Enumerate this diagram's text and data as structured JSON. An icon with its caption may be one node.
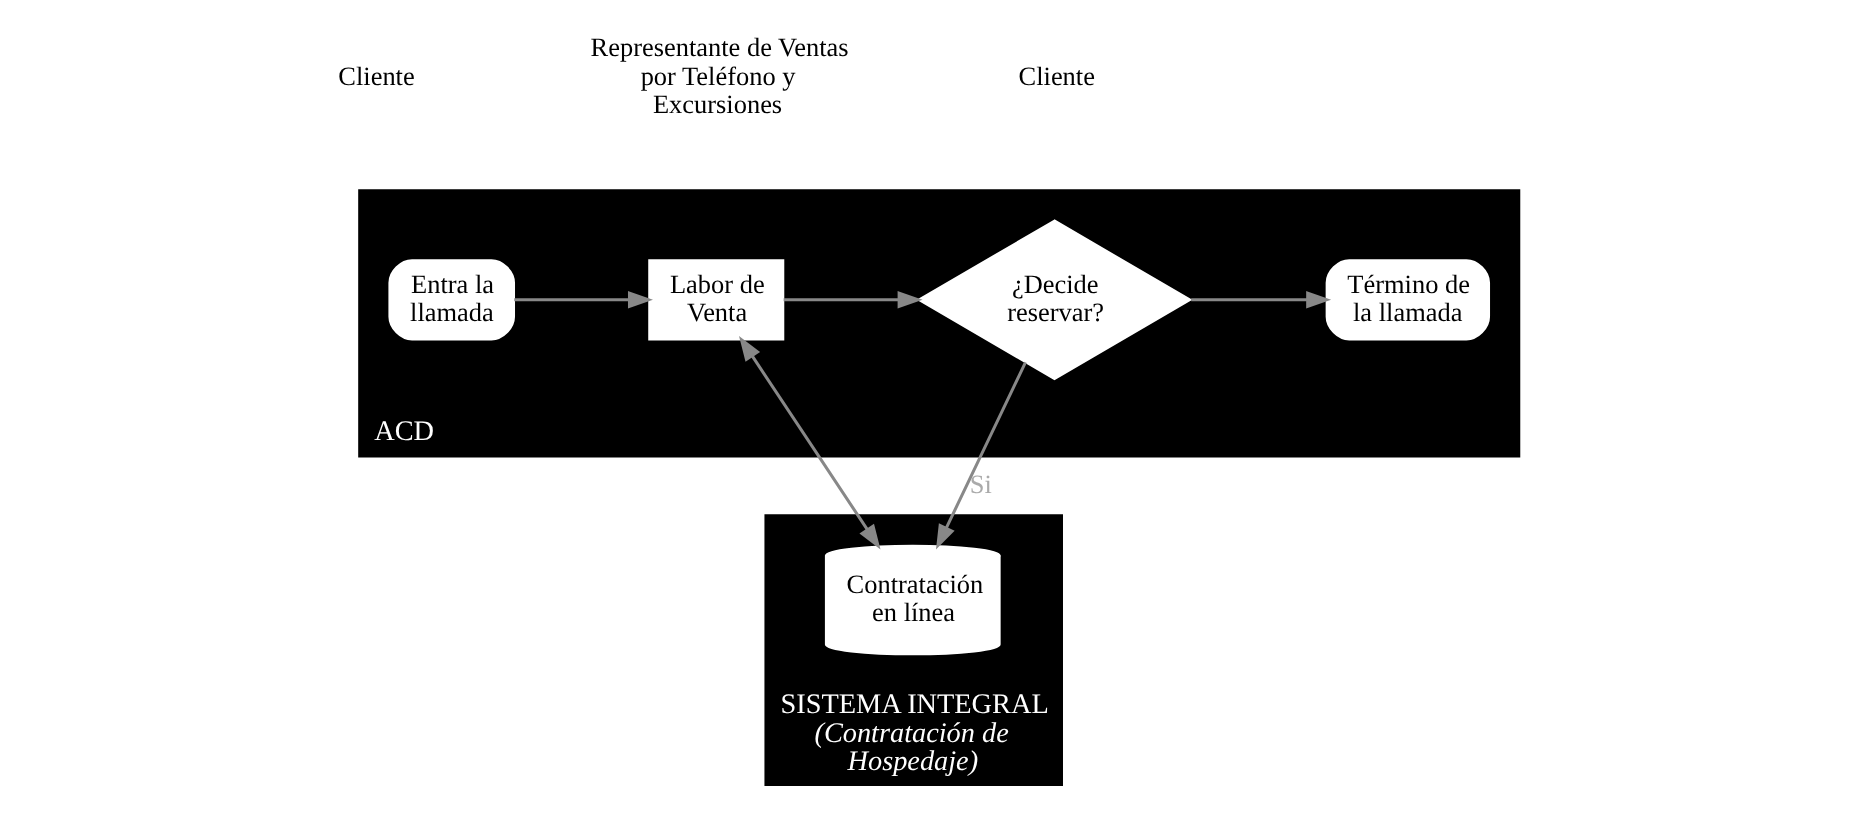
{
  "diagram": {
    "nodes": [
      {
        "text": [
          "ACD"
        ]
      },
      {
        "text": [
          "Entra la llamada"
        ],
        "in": 0
      },
      {
        "text": [
          "Labor de Venta"
        ],
        "in": 0
      },
      {
        "text": [
          "¿Decide reservar?"
        ],
        "in": 0
      },
      {
        "text": [
          "Término de la llamada"
        ],
        "in": 0
      },
      {
        "text": [
          "SISTEMA INTEGRAL",
          "(Contratación de Hospedaje)"
        ]
      },
      {
        "text": [
          "Contratación en línea"
        ],
        "in": 5
      }
    ],
    "edges": [
      {
        "from": 1,
        "to": 2,
        "arrow": "to"
      },
      {
        "from": 2,
        "to": 3,
        "arrow": "to"
      },
      {
        "from": 3,
        "to": 4,
        "arrow": "to"
      },
      {
        "from": 2,
        "to": 6,
        "arrow": "both"
      },
      {
        "from": 3,
        "to": 6,
        "arrow": "to",
        "label": "Si"
      }
    ],
    "labels": [
      "Cliente",
      "Representante de Ventas por Teléfono y Excursiones",
      "Cliente"
    ]
  }
}
